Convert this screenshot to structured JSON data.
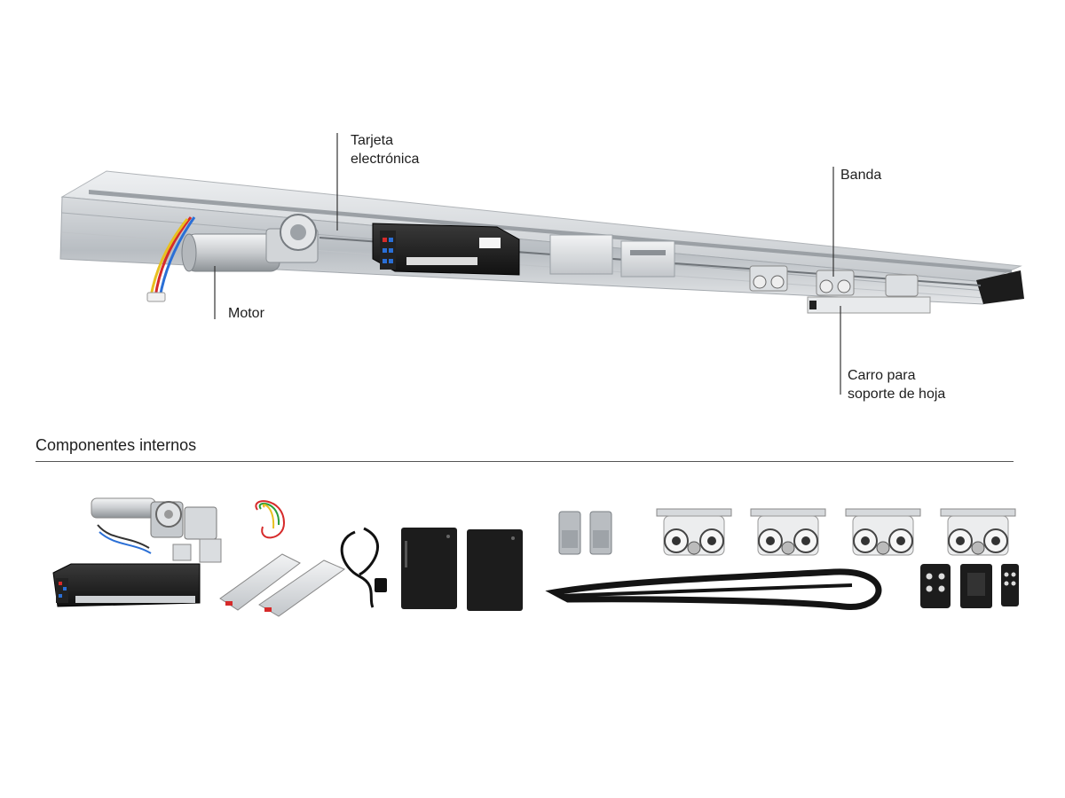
{
  "callouts": {
    "tarjeta": "Tarjeta\nelectrónica",
    "banda": "Banda",
    "motor": "Motor",
    "carro": "Carro para\nsoporte de hoja"
  },
  "section": {
    "title": "Componentes internos"
  },
  "colors": {
    "aluminium": "#c9ccd0",
    "aluminium_dark": "#9ea3a8",
    "black_part": "#1c1c1c",
    "text": "#1e1e1e",
    "accent_red": "#d62a2a",
    "accent_blue": "#2a6fd6"
  }
}
